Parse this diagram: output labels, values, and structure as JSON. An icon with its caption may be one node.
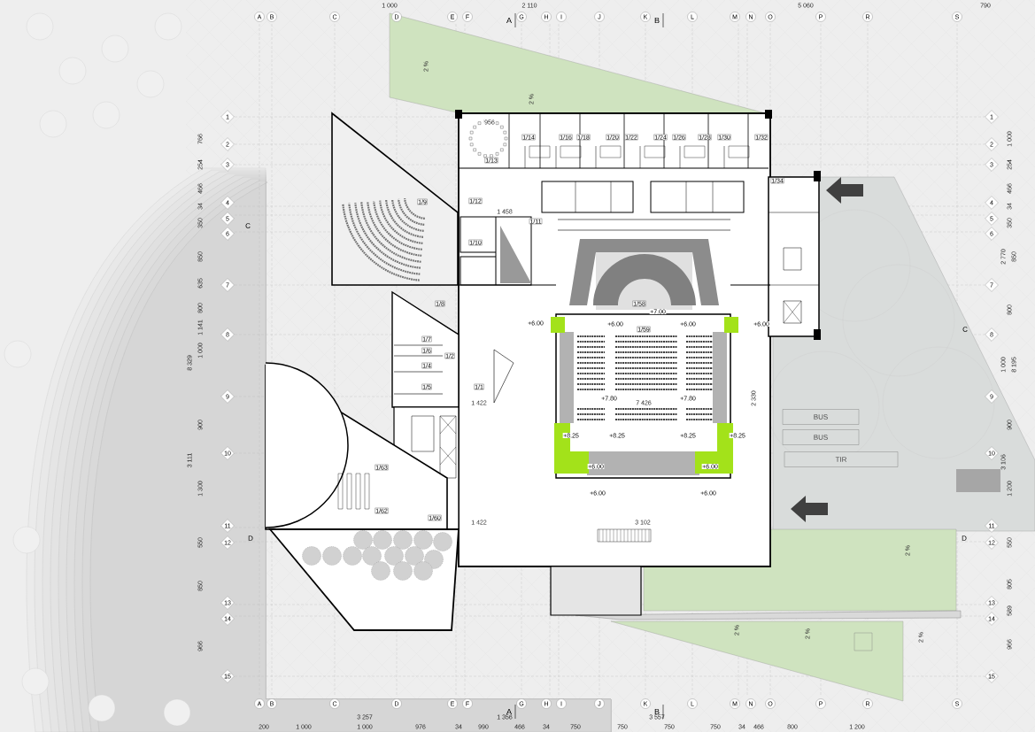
{
  "diagram": {
    "nodes": [
      {
        "text": [
          "BUS"
        ]
      },
      {
        "text": [
          "BUS"
        ]
      },
      {
        "text": [
          "TIR"
        ]
      }
    ],
    "labels": [
      "1 000",
      "2 110",
      "5 060",
      "790",
      "A",
      "B",
      "C",
      "D",
      "E",
      "F",
      "G",
      "H",
      "I",
      "J",
      "K",
      "L",
      "M",
      "N",
      "O",
      "P",
      "R",
      "S",
      "A",
      "B",
      "C",
      "D",
      "C",
      "D",
      "1",
      "2",
      "3",
      "4",
      "5",
      "6",
      "7",
      "8",
      "9",
      "10",
      "11",
      "12",
      "13",
      "14",
      "15",
      "1",
      "2",
      "3",
      "4",
      "5",
      "6",
      "7",
      "8",
      "9",
      "10",
      "11",
      "12",
      "13",
      "14",
      "15",
      "1 000",
      "254",
      "466",
      "34",
      "350",
      "2 770",
      "850",
      "800",
      "1 000",
      "8 195",
      "900",
      "3 106",
      "1 200",
      "550",
      "805",
      "589",
      "966",
      "766",
      "254",
      "466",
      "34",
      "350",
      "850",
      "635",
      "800",
      "1 141",
      "1 000",
      "8 329",
      "900",
      "3 111",
      "1 300",
      "550",
      "850",
      "966",
      "1/13",
      "1/14",
      "1/16",
      "1/18",
      "1/20",
      "1/22",
      "1/24",
      "1/26",
      "1/28",
      "1/30",
      "1/32",
      "1/34",
      "1/12",
      "1/11",
      "1/10",
      "1/9",
      "1/8",
      "1/58",
      "1/59",
      "1/7",
      "1/6",
      "1/2",
      "1/4",
      "1/5",
      "1/1",
      "1/63",
      "1/62",
      "1/60",
      "+6.00",
      "+6.00",
      "+6.00",
      "+6.00",
      "+7.00",
      "+7.80",
      "+7.80",
      "+8.25",
      "+8.25",
      "+8.25",
      "+8.25",
      "+6.00",
      "+6.00",
      "+6.00",
      "+6.00",
      "956",
      "7 426",
      "2 330",
      "1 422",
      "1 422",
      "3 102",
      "1 458",
      "2 %",
      "2 %",
      "2 %",
      "2 %",
      "2 %",
      "2 %",
      "A",
      "B",
      "C",
      "D",
      "E",
      "F",
      "G",
      "H",
      "I",
      "J",
      "K",
      "L",
      "M",
      "N",
      "O",
      "P",
      "R",
      "S",
      "A",
      "B",
      "3 257",
      "1 356",
      "3 557",
      "200",
      "1 000",
      "1 000",
      "976",
      "34",
      "990",
      "466",
      "34",
      "750",
      "750",
      "750",
      "750",
      "34",
      "466",
      "800",
      "1 200"
    ]
  }
}
